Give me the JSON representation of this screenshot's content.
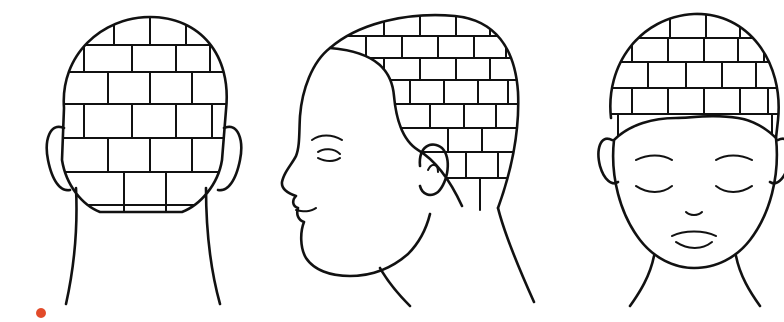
{
  "figure": {
    "views": [
      {
        "name": "back",
        "icon": "head-back-icon"
      },
      {
        "name": "side",
        "icon": "head-side-icon"
      },
      {
        "name": "front",
        "icon": "head-front-icon"
      }
    ],
    "colors": {
      "ink": "#111111",
      "background": "#ffffff",
      "corner_mark": "#e24b2a"
    }
  }
}
